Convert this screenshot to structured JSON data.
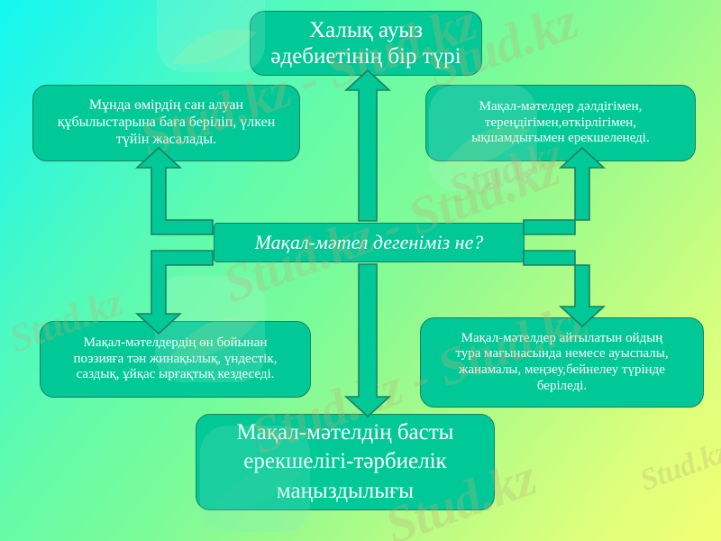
{
  "slide": {
    "title_top": "Халық ауыз әдебиетінің бір түрі",
    "background_colors": {
      "top_left": "#14f7f2",
      "middle": "#79fb9a",
      "bottom_right": "#f2ff74"
    },
    "shape_fill": "#00c896",
    "shape_border": "#1f7f63",
    "shape_text_color": "#ffffff",
    "watermark_text": "Stud.kz"
  },
  "boxes": {
    "top": {
      "line1": "Халық ауыз",
      "line2": "әдебиетінің бір түрі"
    },
    "upper_left": {
      "line1": "Мұнда өмірдің сан алуан",
      "line2": "құбылыстарына баға беріліп, үлкен",
      "line3": "түйін жасалады."
    },
    "upper_right": {
      "line1": "Мақал-мәтелдер дәлдігімен,",
      "line2": "тереңдігімен,өткірлігімен,",
      "line3": "ықшамдығымен ерекшеленеді."
    },
    "center": {
      "text": "Мақал-мәтел дегеніміз не?"
    },
    "lower_left": {
      "line1": "Мақал-мәтелдердің өн бойынан",
      "line2": "поэзияға тән жинақылық, үндестік,",
      "line3": "саздық, ұйқас ырғақтық кездеседі."
    },
    "lower_right": {
      "line1": "Мақал-мәтелдер айтылатын ойдың",
      "line2": "тура мағынасында немесе ауыспалы,",
      "line3": "жанамалы, меңзеу,бейнелеу түрінде",
      "line4": "беріледі."
    },
    "bottom": {
      "line1": "Мақал-мәтелдің басты",
      "line2": "ерекшелігі-тәрбиелік",
      "line3": "маңыздылығы"
    }
  },
  "arrows": {
    "up_to_top": "arrow-up",
    "down_to_bottom": "arrow-down",
    "elbow_up_left": "elbow-arrow-up-left",
    "elbow_down_left": "elbow-arrow-down-left",
    "elbow_up_right": "elbow-arrow-up-right",
    "elbow_down_right": "elbow-arrow-down-right"
  },
  "watermarks": [
    {
      "text": "Stud.kz",
      "size": "big"
    },
    {
      "text": "Stud.kz - Stud.kz",
      "size": "mid"
    },
    {
      "text": "Stud.kz",
      "size": "sm"
    }
  ]
}
